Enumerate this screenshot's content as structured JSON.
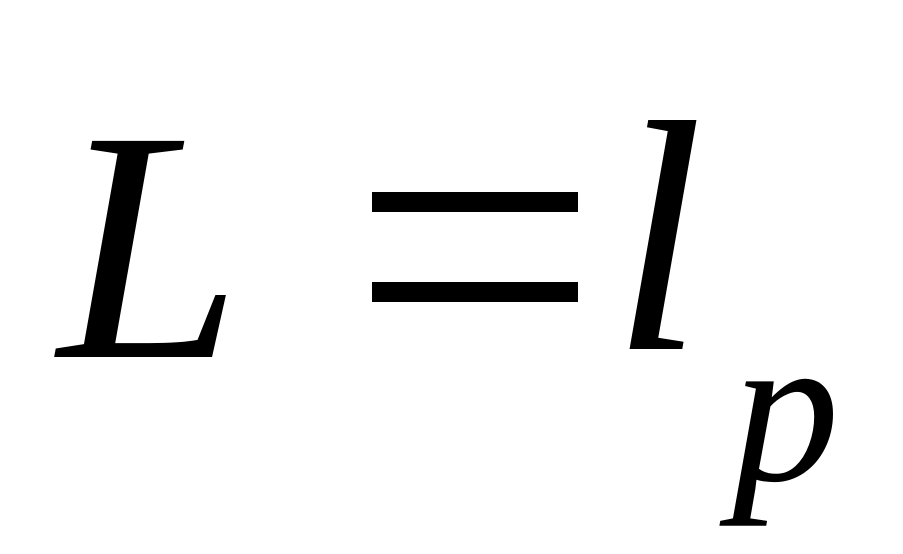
{
  "formula": {
    "lhs": "L",
    "operator": "=",
    "rhs_base": "l",
    "rhs_subscript": "p"
  }
}
